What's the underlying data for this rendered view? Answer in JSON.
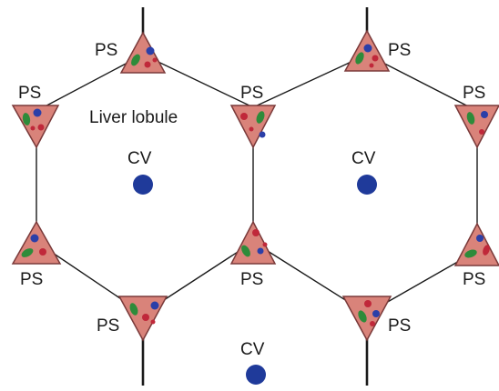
{
  "labels": {
    "portal_space": "PS",
    "central_vein": "CV",
    "lobule": "Liver lobule"
  },
  "colors": {
    "triangle_fill": "#d9837a",
    "triangle_stroke": "#7a3a3a",
    "central_vein": "#1f3a9a",
    "vessel_blue": "#2b3fa8",
    "vessel_green": "#2e8b3a",
    "vessel_red": "#c0283a",
    "lines": "#1a1a1a",
    "text": "#1a1a1a"
  }
}
